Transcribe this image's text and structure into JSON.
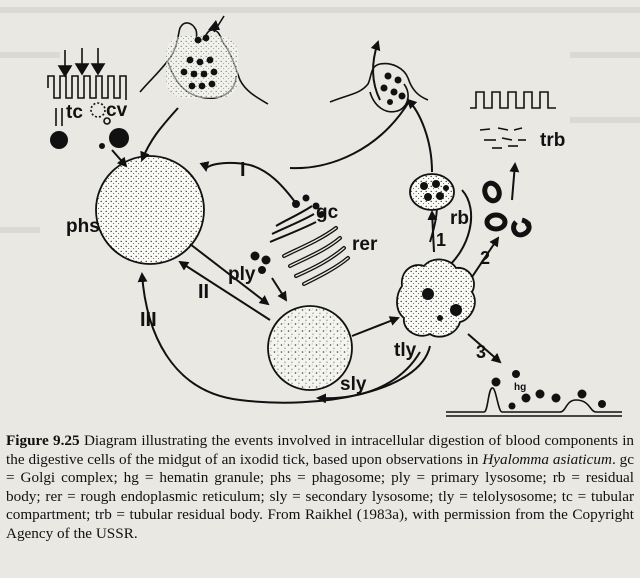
{
  "diagram": {
    "labels": {
      "tc": "tc",
      "cv": "cv",
      "phs": "phs",
      "gc": "gc",
      "rer": "rer",
      "ply": "ply",
      "sly": "sly",
      "tly": "tly",
      "rb": "rb",
      "trb": "trb",
      "hg": "hg"
    },
    "pathways": {
      "I": "I",
      "II": "II",
      "III": "III",
      "one": "1",
      "two": "2",
      "three": "3"
    }
  },
  "caption": {
    "figure_label": "Figure 9.25",
    "text_before_species": "Diagram illustrating the events involved in intracellular digestion of blood components in the digestive cells of the midgut of an ixodid tick, based upon observations in",
    "species": "Hyalomma asiaticum",
    "text_after_species": ". gc = Golgi complex; hg = hematin granule; phs = phagosome; ply = primary lysosome; rb = residual body; rer = rough endoplasmic reticulum; sly = secondary lysosome; tly = telolysosome; tc = tubular compartment; trb = tubular residual body. From Raikhel (1983a), with permission from the Copyright Agency of the USSR."
  }
}
